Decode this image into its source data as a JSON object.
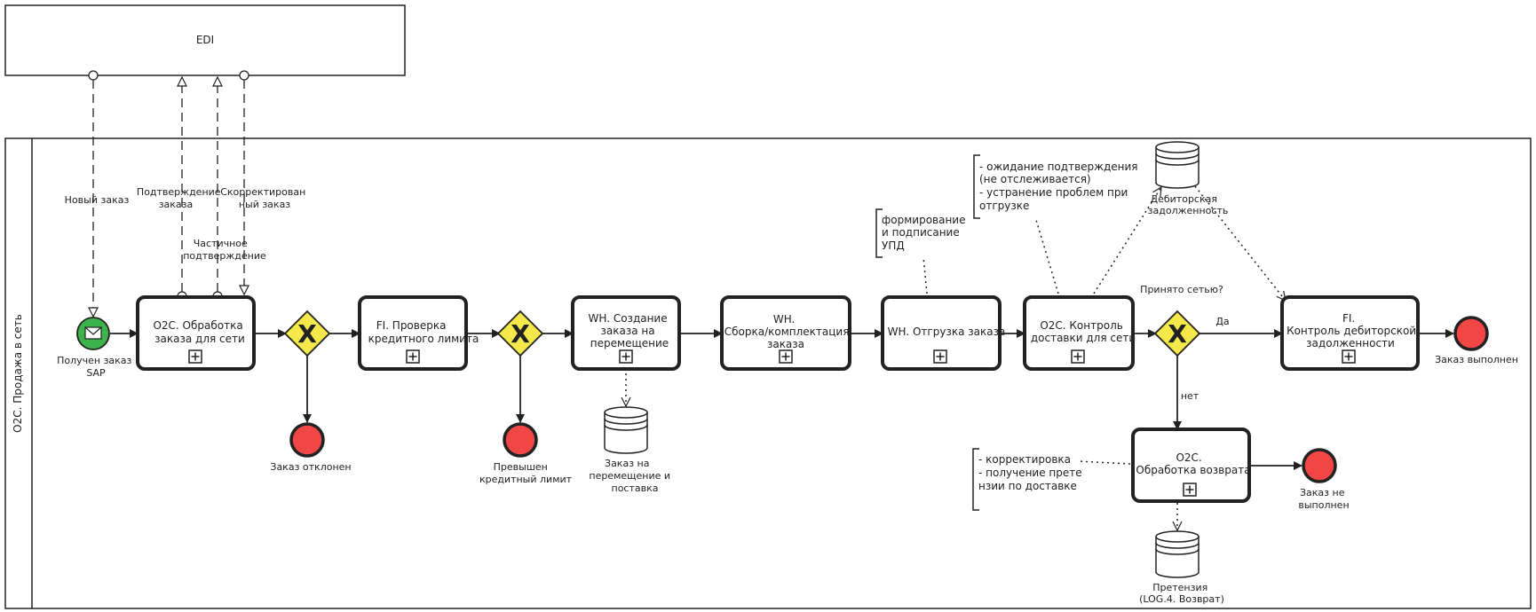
{
  "pool_edi": {
    "title": "EDI"
  },
  "pool_main": {
    "lane_title": "O2C. Продажа в сеть"
  },
  "events": {
    "start": {
      "label_lines": [
        "Получен заказ",
        "SAP"
      ]
    },
    "end_rejected": {
      "label_lines": [
        "Заказ отклонен"
      ]
    },
    "end_credit": {
      "label_lines": [
        "Превышен",
        "кредитный лимит"
      ]
    },
    "end_done": {
      "label_lines": [
        "Заказ выполнен"
      ]
    },
    "end_fail": {
      "label_lines": [
        "Заказ не",
        "выполнен"
      ]
    }
  },
  "tasks": {
    "t1": {
      "lines": [
        "O2C. Обработка",
        "заказа для сети"
      ]
    },
    "t2": {
      "lines": [
        "FI. Проверка",
        "кредитного лимита"
      ]
    },
    "t3": {
      "lines": [
        "WH. Создание",
        "заказа на",
        "перемещение"
      ]
    },
    "t4": {
      "lines": [
        "WH.",
        "Сборка/комплектация",
        "заказа"
      ]
    },
    "t5": {
      "lines": [
        "WH. Отгрузка заказа"
      ]
    },
    "t6": {
      "lines": [
        "O2C. Контроль",
        "доставки для сети"
      ]
    },
    "t7": {
      "lines": [
        "FI.",
        "Контроль дебиторской",
        "задолженности"
      ]
    },
    "t8": {
      "lines": [
        "O2C.",
        "Обработка возврата"
      ]
    }
  },
  "gateways": {
    "g1": {
      "marker": "X"
    },
    "g2": {
      "marker": "X"
    },
    "g3": {
      "marker": "X",
      "question": "Принято сетью?",
      "yes_label": "Да",
      "no_label": "нет"
    }
  },
  "messages": {
    "m1": {
      "lines": [
        "Новый заказ"
      ]
    },
    "m2": {
      "lines": [
        "Подтверждение",
        "заказа"
      ]
    },
    "m3": {
      "lines": [
        "Частичное",
        "подтверждение"
      ]
    },
    "m4": {
      "lines": [
        "Скорректирован",
        "ный заказ"
      ]
    }
  },
  "datastores": {
    "ds1": {
      "lines": [
        "Заказ на",
        "перемещение и",
        "поставка"
      ]
    },
    "ds2": {
      "lines": [
        "Дебиторская",
        "задолженность"
      ]
    },
    "ds3": {
      "lines": [
        "Претензия",
        "(LOG.4. Возврат)"
      ]
    }
  },
  "annotations": {
    "a1": {
      "lines": [
        "формирование",
        "и подписание",
        "УПД"
      ]
    },
    "a2": {
      "lines": [
        "- ожидание подтверждения",
        "(не отслеживается)",
        "- устранение проблем при",
        "отгрузке"
      ]
    },
    "a3": {
      "lines": [
        "- корректировка",
        "- получение прете",
        "нзии по доставке"
      ]
    }
  },
  "colors": {
    "start_fill": "#3cb44b",
    "end_fill": "#f04646",
    "gateway_fill": "#f5e84a",
    "stroke": "#222222"
  }
}
